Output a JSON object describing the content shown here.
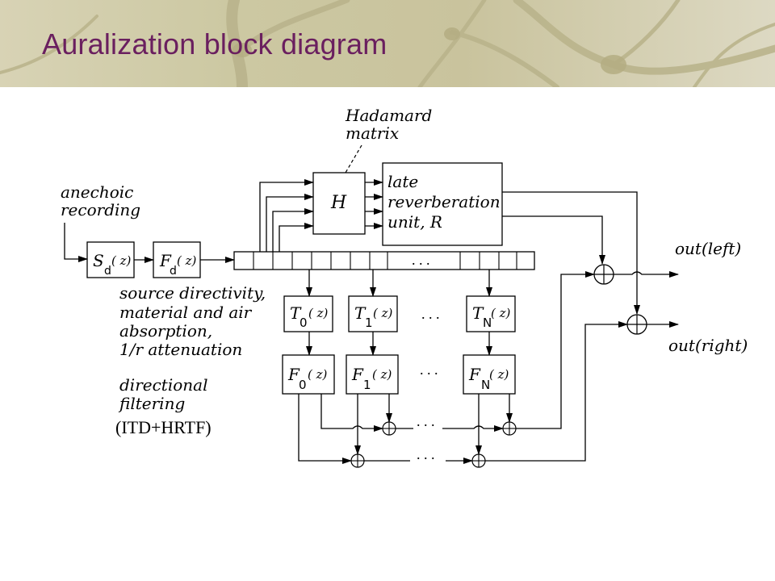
{
  "slide": {
    "title": "Auralization block diagram"
  },
  "diagram": {
    "input": [
      "anechoic",
      "recording"
    ],
    "hadamard": [
      "Hadamard",
      "matrix"
    ],
    "h_block": "H",
    "reverb": [
      "late",
      "reverberation",
      "unit, R"
    ],
    "sd": {
      "main": "S",
      "sub": "d",
      "arg": "( z)"
    },
    "fd": {
      "main": "F",
      "sub": "d",
      "arg": "( z)"
    },
    "tap_dots": ". . .",
    "t0": {
      "main": "T",
      "sub": "0",
      "arg": "( z)"
    },
    "t1": {
      "main": "T",
      "sub": "1",
      "arg": "( z)"
    },
    "tn": {
      "main": "T",
      "sub": "N",
      "arg": "( z)"
    },
    "f0": {
      "main": "F",
      "sub": "0",
      "arg": "( z)"
    },
    "f1": {
      "main": "F",
      "sub": "1",
      "arg": "( z)"
    },
    "fn": {
      "main": "F",
      "sub": "N",
      "arg": "( z)"
    },
    "dots": ". . .",
    "source_label": [
      "source directivity,",
      "material and air",
      "absorption,",
      "1/r attenuation"
    ],
    "filter_label": [
      "directional",
      "filtering",
      "(ITD+HRTF)"
    ],
    "out_left": "out(left)",
    "out_right": "out(right)"
  }
}
